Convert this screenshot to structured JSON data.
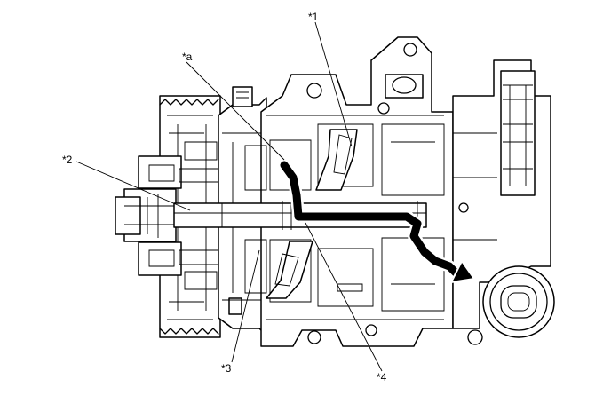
{
  "callouts": {
    "c1": "*1",
    "c2": "*2",
    "c3": "*3",
    "c4": "*4",
    "ca": "*a"
  }
}
